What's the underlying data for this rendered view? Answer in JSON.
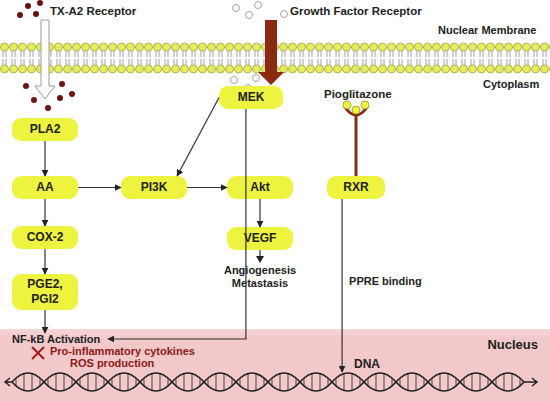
{
  "diagram": {
    "nodes": [
      {
        "text": [
          "PLA2"
        ]
      },
      {
        "text": [
          "MEK"
        ]
      },
      {
        "text": [
          "AA"
        ]
      },
      {
        "text": [
          "PI3K"
        ]
      },
      {
        "text": [
          "Akt"
        ]
      },
      {
        "text": [
          "RXR"
        ]
      },
      {
        "text": [
          "COX-2"
        ]
      },
      {
        "text": [
          "VEGF"
        ]
      },
      {
        "text": [
          "PGE2, PGI2"
        ]
      },
      {
        "text": [
          "Nucleus"
        ]
      }
    ],
    "edges": [
      {
        "from": 0,
        "to": 2,
        "arrow": "to"
      },
      {
        "from": 2,
        "to": 3,
        "arrow": "to"
      },
      {
        "from": 2,
        "to": 6,
        "arrow": "to"
      },
      {
        "from": 6,
        "to": 8,
        "arrow": "to"
      },
      {
        "from": 8,
        "to": 9,
        "arrow": "to"
      },
      {
        "from": 1,
        "to": 3,
        "arrow": "to"
      },
      {
        "from": 3,
        "to": 4,
        "arrow": "to"
      },
      {
        "from": 4,
        "to": 7,
        "arrow": "to"
      },
      {
        "from": 1,
        "to": 9,
        "arrow": "to"
      },
      {
        "from": 5,
        "to": 9,
        "arrow": "to",
        "label": "PPRE binding"
      }
    ],
    "labels": [
      "TX-A2 Receptor",
      "Growth Factor Receptor",
      "Nuclear Membrane",
      "Cytoplasm",
      "Pioglitazone",
      "Angiogenesis Metastasis",
      "NF-kB Activation",
      "Pro-inflammatory cytokines",
      "ROS production",
      "DNA"
    ]
  }
}
